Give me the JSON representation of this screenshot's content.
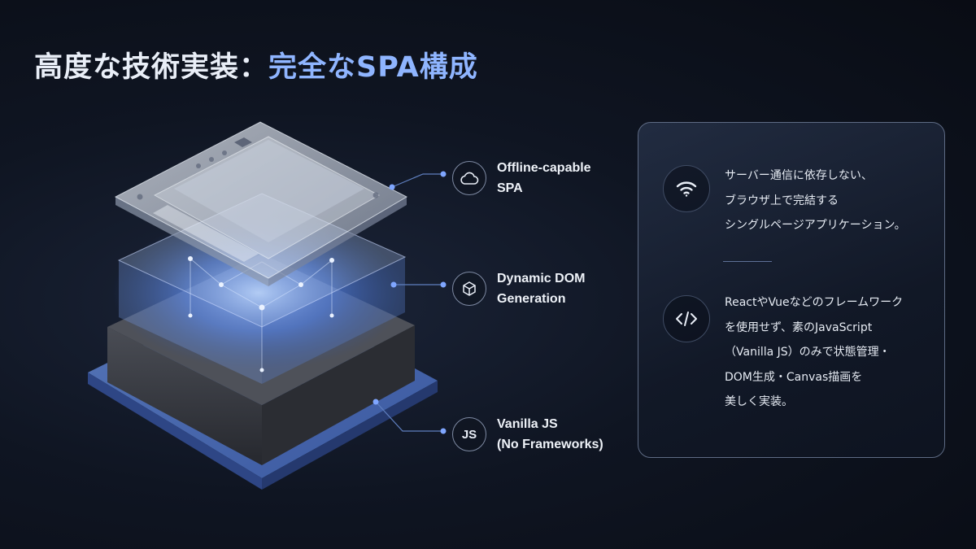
{
  "slide": {
    "title_main": "高度な技術実装：",
    "title_accent": "完全なSPA構成",
    "accent_color": "#8fb5ff"
  },
  "callouts": [
    {
      "icon": "cloud-icon",
      "line1": "Offline-capable",
      "line2": "SPA"
    },
    {
      "icon": "cube-icon",
      "line1": "Dynamic DOM",
      "line2": "Generation"
    },
    {
      "icon": "js-icon",
      "glyph": "JS",
      "line1": "Vanilla JS",
      "line2": "(No Frameworks)"
    }
  ],
  "panel": {
    "items": [
      {
        "icon": "wifi-icon",
        "text": "サーバー通信に依存しない、\nブラウザ上で完結する\nシングルページアプリケーション。"
      },
      {
        "icon": "code-icon",
        "text": "ReactやVueなどのフレームワーク\nを使用せず、素のJavaScript\n（Vanilla JS）のみで状態管理・\nDOM生成・Canvas描画を\n美しく実装。"
      }
    ]
  }
}
